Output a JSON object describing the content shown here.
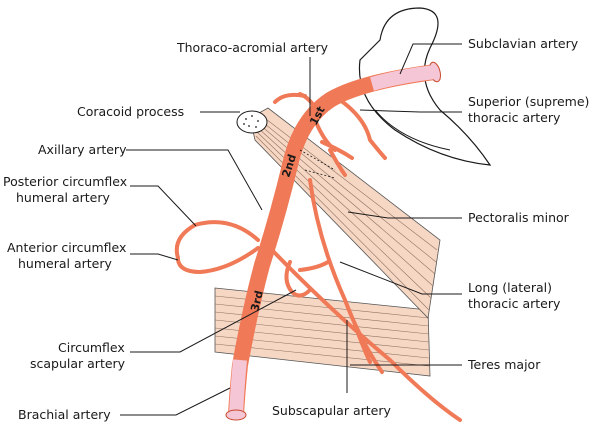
{
  "colors": {
    "artery": "#f07a57",
    "artery_edge": "#c94a2c",
    "artery_cut": "#f5c6d6",
    "muscle": "#f6d7c4",
    "muscle_edge": "#555555",
    "bone": "#ffffff",
    "leader": "#1a1a1a"
  },
  "labels": {
    "thoraco_acromial": "Thoraco-acromial artery",
    "subclavian": "Subclavian artery",
    "coracoid": "Coracoid process",
    "superior_thoracic_1": "Superior (supreme)",
    "superior_thoracic_2": "thoracic artery",
    "axillary": "Axillary artery",
    "posterior_circumflex_1": "Posterior circumflex",
    "posterior_circumflex_2": "humeral artery",
    "pectoralis_minor": "Pectoralis minor",
    "anterior_circumflex_1": "Anterior circumflex",
    "anterior_circumflex_2": "humeral artery",
    "long_thoracic_1": "Long (lateral)",
    "long_thoracic_2": "thoracic artery",
    "circumflex_scapular_1": "Circumflex",
    "circumflex_scapular_2": "scapular artery",
    "teres_major": "Teres major",
    "brachial": "Brachial artery",
    "subscapular": "Subscapular artery"
  },
  "segments": {
    "first": "1st",
    "second": "2nd",
    "third": "3rd"
  }
}
